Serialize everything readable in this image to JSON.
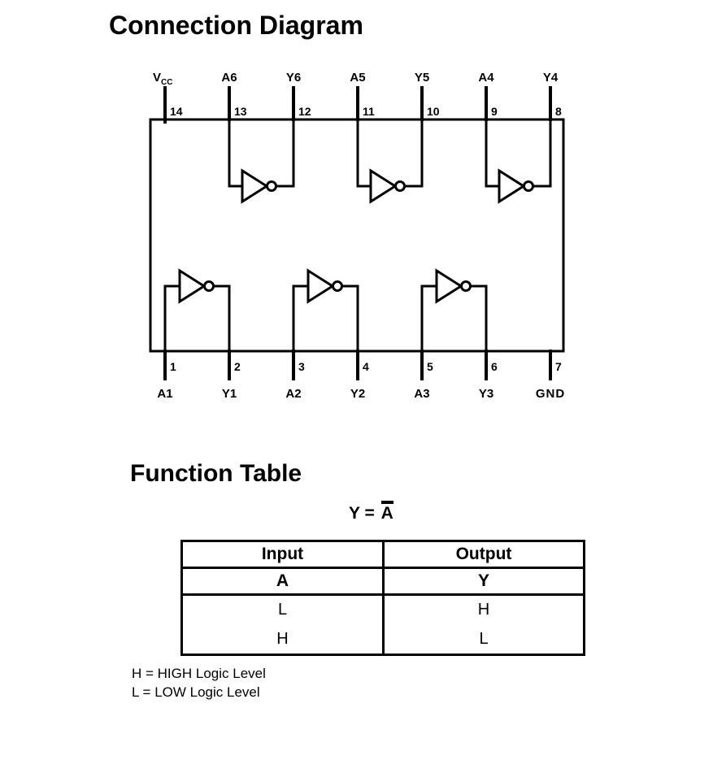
{
  "page": {
    "title": "Connection Diagram"
  },
  "diagram": {
    "pins_top": [
      {
        "label": "VCC",
        "label_main": "V",
        "label_sub": "CC",
        "number": "14"
      },
      {
        "label": "A6",
        "number": "13"
      },
      {
        "label": "Y6",
        "number": "12"
      },
      {
        "label": "A5",
        "number": "11"
      },
      {
        "label": "Y5",
        "number": "10"
      },
      {
        "label": "A4",
        "number": "9"
      },
      {
        "label": "Y4",
        "number": "8"
      }
    ],
    "pins_bottom": [
      {
        "label": "A1",
        "number": "1"
      },
      {
        "label": "Y1",
        "number": "2"
      },
      {
        "label": "A2",
        "number": "3"
      },
      {
        "label": "Y2",
        "number": "4"
      },
      {
        "label": "A3",
        "number": "5"
      },
      {
        "label": "Y3",
        "number": "6"
      },
      {
        "label": "GND",
        "number": "7"
      }
    ]
  },
  "function_table": {
    "heading": "Function Table",
    "equation": {
      "lhs": "Y",
      "op": "=",
      "rhs": "A"
    },
    "columns": [
      "Input",
      "Output"
    ],
    "signal_row": [
      "A",
      "Y"
    ],
    "rows": [
      [
        "L",
        "H"
      ],
      [
        "H",
        "L"
      ]
    ],
    "notes": [
      "H = HIGH Logic Level",
      "L = LOW Logic Level"
    ]
  },
  "colors": {
    "ink": "#000000",
    "background": "#ffffff"
  }
}
